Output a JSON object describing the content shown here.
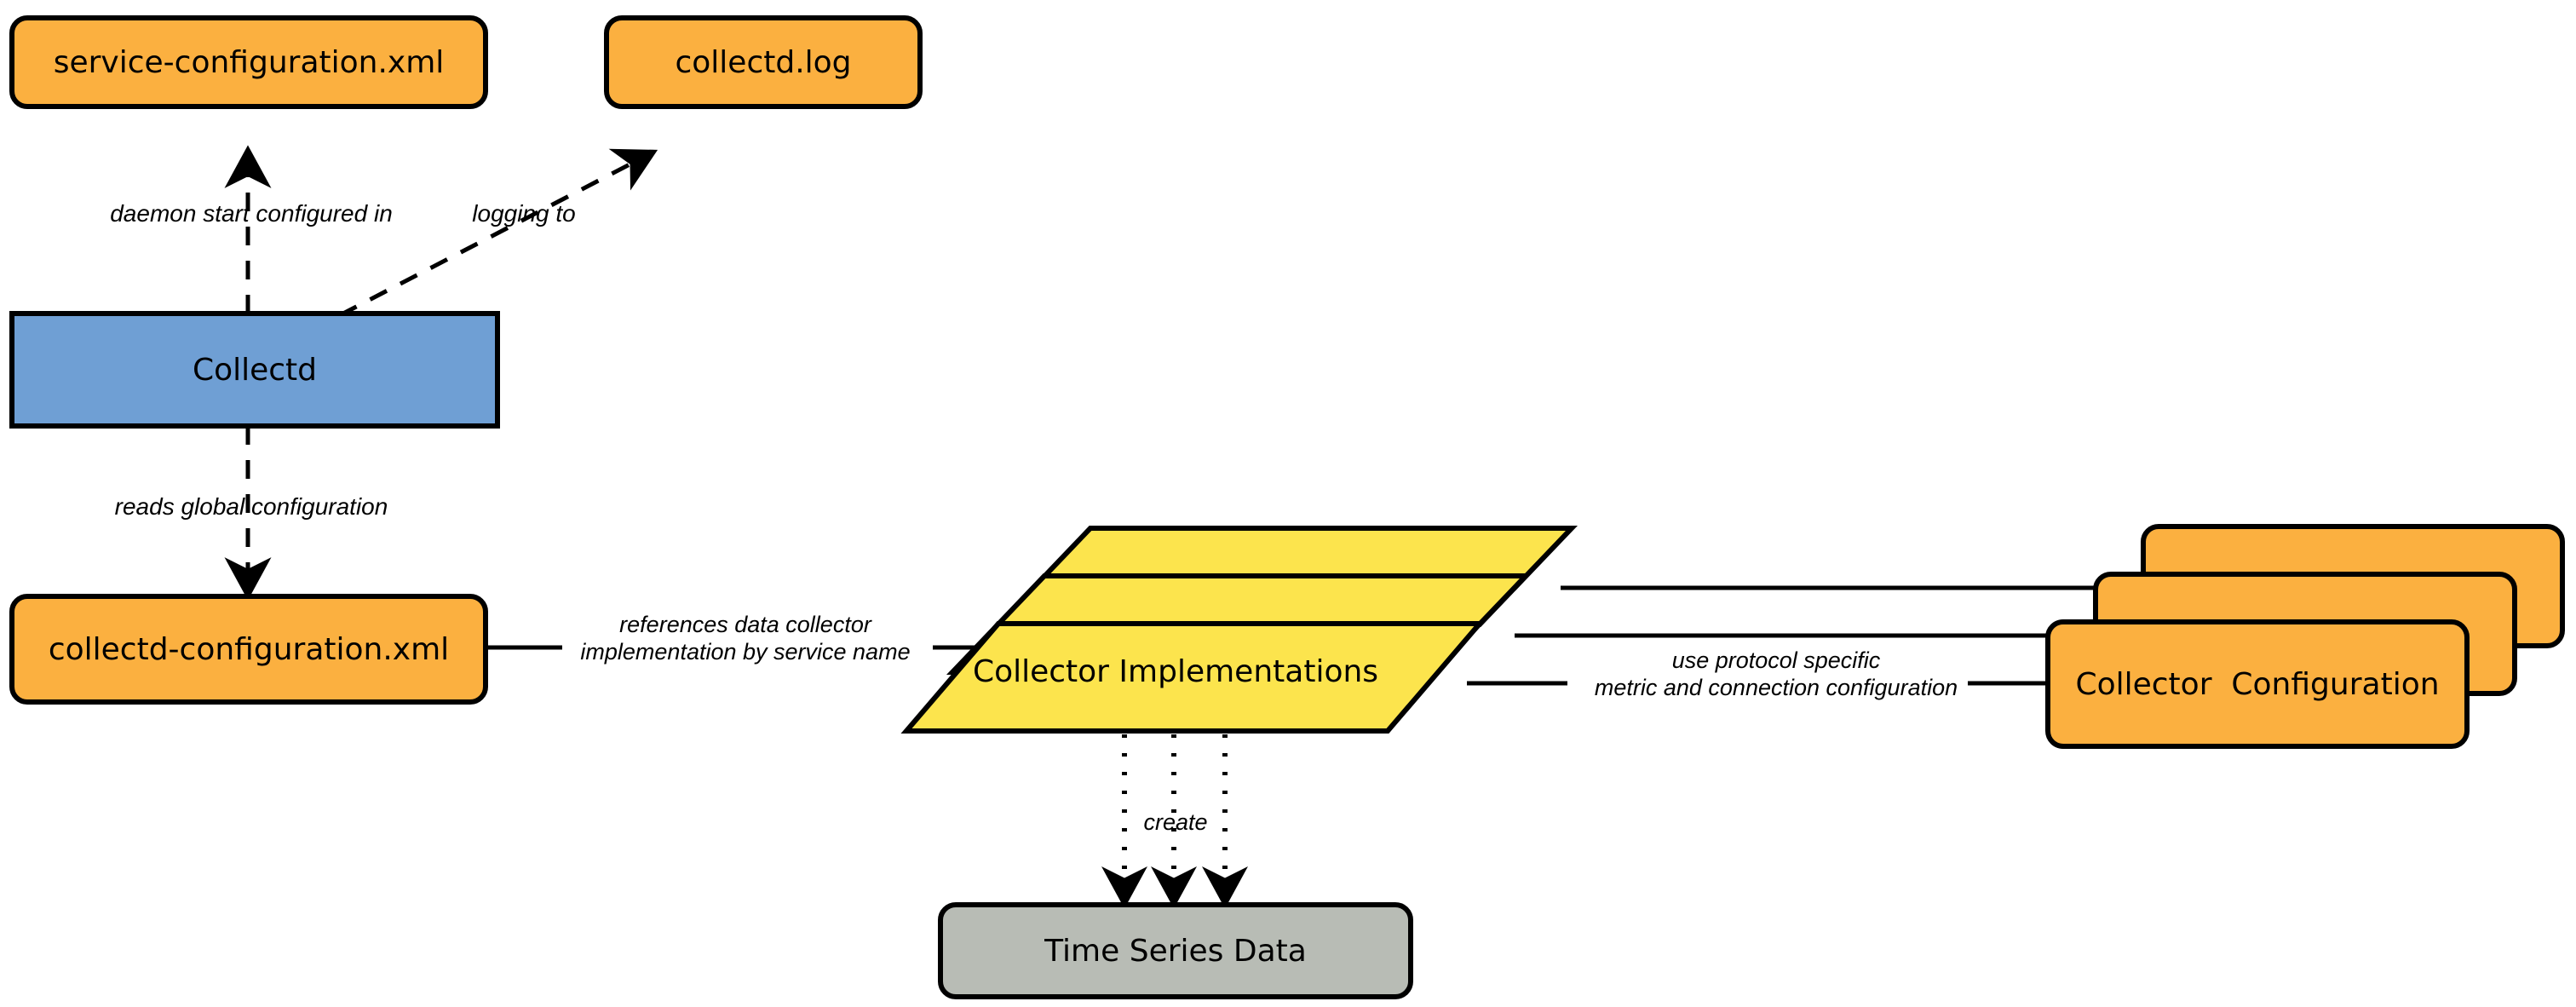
{
  "diagram": {
    "title": "Collectd data collection architecture",
    "background": "#ffffff",
    "colors": {
      "orange": "#FBB040",
      "blue": "#6F9FD4",
      "yellow": "#FCE44D",
      "gray": "#B8BCB5",
      "stroke": "#000000",
      "text": "#000000"
    }
  },
  "nodes": {
    "service_configuration": {
      "label": "service-configuration.xml",
      "shape": "rounded-rect",
      "fill": "#FBB040"
    },
    "collectd_log": {
      "label": "collectd.log",
      "shape": "rounded-rect",
      "fill": "#FBB040"
    },
    "collectd": {
      "label": "Collectd",
      "shape": "rect",
      "fill": "#6F9FD4"
    },
    "collectd_configuration": {
      "label": "collectd-configuration.xml",
      "shape": "rounded-rect",
      "fill": "#FBB040"
    },
    "collector_implementations": {
      "label": "Collector Implementations",
      "shape": "parallelogram-stack",
      "fill": "#FCE44D",
      "stack_count": 3
    },
    "collector_configuration": {
      "label": "Collector  Configuration",
      "shape": "rounded-rect-stack",
      "fill": "#FBB040",
      "stack_count": 3
    },
    "time_series_data": {
      "label": "Time Series Data",
      "shape": "rounded-rect",
      "fill": "#B8BCB5"
    }
  },
  "edges": {
    "daemon_start": {
      "label": "daemon start configured in",
      "style": "dashed",
      "arrow": "open",
      "from": "collectd",
      "to": "service_configuration"
    },
    "logging_to": {
      "label": "logging to",
      "style": "dashed",
      "arrow": "open",
      "from": "collectd",
      "to": "collectd_log"
    },
    "reads_global": {
      "label": "reads global configuration",
      "style": "dashed",
      "arrow": "open",
      "from": "collectd",
      "to": "collectd_configuration"
    },
    "references_impl": {
      "label": "references data collector\nimplementation by service name",
      "style": "solid",
      "arrow": "none",
      "from": "collectd_configuration",
      "to": "collector_implementations"
    },
    "use_protocol": {
      "label": "use protocol specific\nmetric and connection configuration",
      "style": "solid",
      "arrow": "none",
      "from": "collector_implementations",
      "to": "collector_configuration"
    },
    "create": {
      "label": "create",
      "style": "dotted",
      "arrow": "open",
      "from": "collector_implementations",
      "to": "time_series_data"
    }
  }
}
